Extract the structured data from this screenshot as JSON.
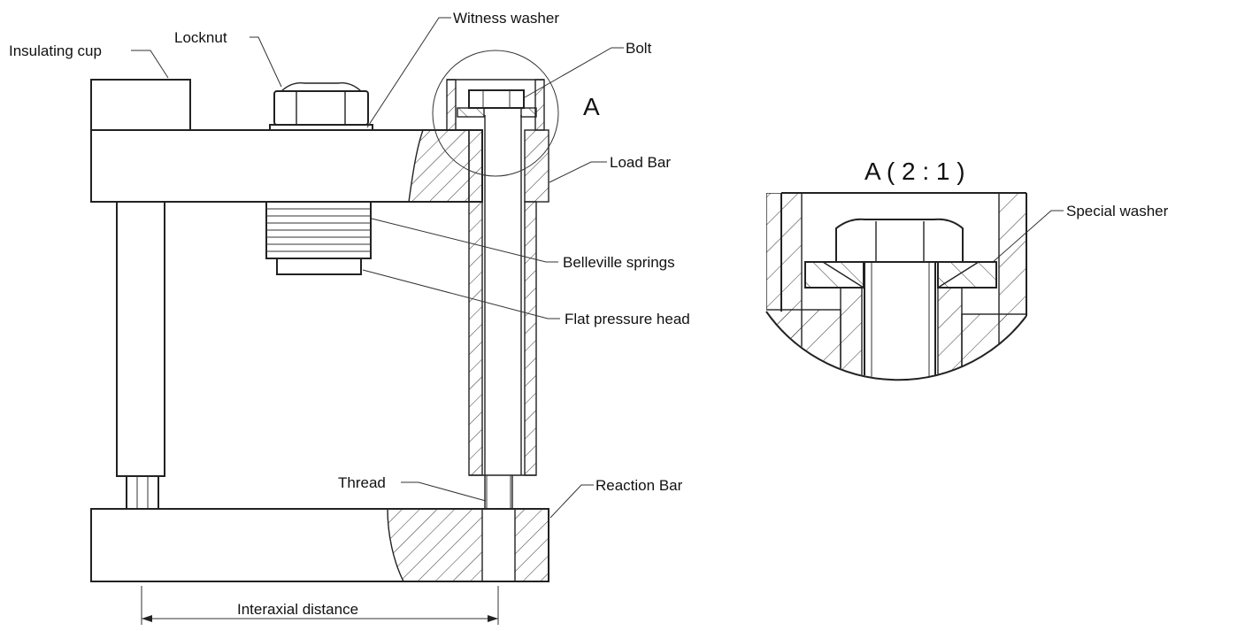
{
  "labels": {
    "insulating_cup": "Insulating cup",
    "locknut": "Locknut",
    "witness_washer": "Witness washer",
    "bolt": "Bolt",
    "detail_marker": "A",
    "load_bar": "Load Bar",
    "belleville_springs": "Belleville springs",
    "flat_pressure_head": "Flat pressure head",
    "thread": "Thread",
    "reaction_bar": "Reaction Bar",
    "interaxial_distance": "Interaxial distance",
    "detail_title": "A ( 2 : 1 )",
    "special_washer": "Special washer"
  }
}
